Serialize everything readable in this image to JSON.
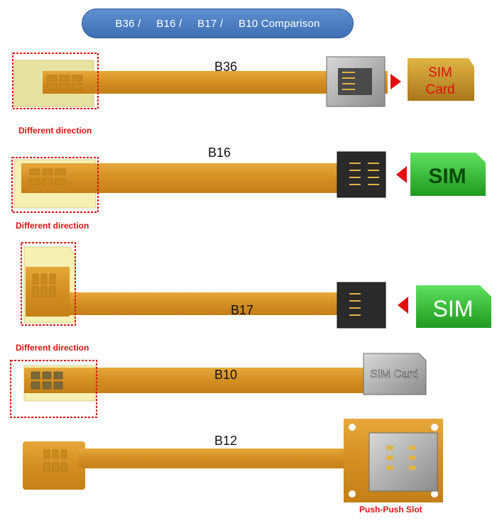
{
  "header": {
    "parts": [
      "B36 /",
      "B16 /",
      "B17 /",
      "B10 Comparison"
    ]
  },
  "cables": [
    {
      "model": "B36",
      "note": "Different direction",
      "tag_line1": "SIM",
      "tag_line2": "Card"
    },
    {
      "model": "B16",
      "note": "Different direction",
      "tag": "SIM"
    },
    {
      "model": "B17",
      "note": "Different direction",
      "tag": "SIM"
    },
    {
      "model": "B10",
      "slot_label": "SIM Card"
    },
    {
      "model": "B12",
      "note": "Push-Push Slot"
    }
  ],
  "colors": {
    "flex": "#d99a2b",
    "note_red": "#e01010",
    "sim_gold": "#c99a2a",
    "sim_green": "#2fb82f",
    "header_blue": "#4a7bc0"
  }
}
